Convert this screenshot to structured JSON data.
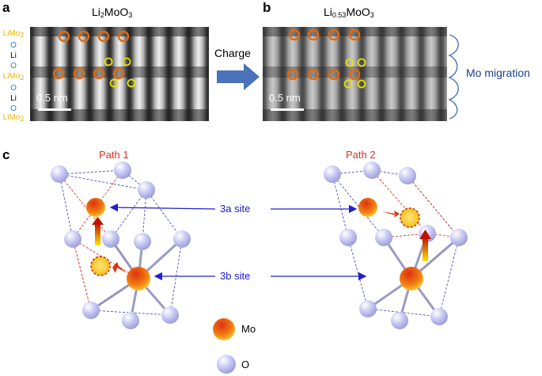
{
  "panels": {
    "a": {
      "letter": "a",
      "formula_main": "Li",
      "formula_sub": "2",
      "formula_rest": "MoO",
      "formula_sub2": "3",
      "scale": "0.5 nm"
    },
    "b": {
      "letter": "b",
      "formula_main": "Li",
      "formula_sub": "0.53",
      "formula_rest": "MoO",
      "formula_sub2": "3",
      "scale": "0.5 nm"
    },
    "c": {
      "letter": "c"
    }
  },
  "layers": [
    {
      "main": "LiMo",
      "sub": "2"
    },
    {
      "main": "O"
    },
    {
      "main": "Li"
    },
    {
      "main": "O"
    },
    {
      "main": "LiMo",
      "sub": "2"
    },
    {
      "main": "O"
    },
    {
      "main": "Li"
    },
    {
      "main": "O"
    },
    {
      "main": "LiMo",
      "sub": "2"
    }
  ],
  "arrow_label": "Charge",
  "migration_label": "Mo migration",
  "path1": "Path 1",
  "path2": "Path 2",
  "site_3a": "3a site",
  "site_3b": "3b site",
  "legend": {
    "mo": "Mo",
    "o": "O"
  },
  "colors": {
    "orange_ring": "#e06a10",
    "yellow_ring": "#e8e000",
    "arrow_blue": "#4a72b8",
    "site_arrow": "#2020d0",
    "path_red": "#e03020",
    "o_sphere": "#b8b8ee"
  }
}
